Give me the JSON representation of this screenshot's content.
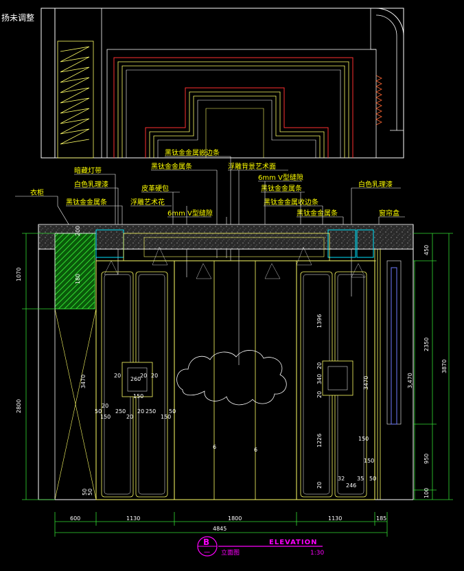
{
  "top_note": "扬未调整",
  "labels": {
    "l1": "黑钛金金属嵌边条",
    "l2": "黑钛金金属条",
    "l3": "浮雕背景艺术面",
    "l4": "暗藏灯带",
    "l5": "6mm V型缝隙",
    "l6": "白色乳理漆",
    "l7": "皮革硬包",
    "l8": "黑钛金金属条",
    "l9": "白色乳理漆",
    "l10": "衣柜",
    "l11": "黑钛金金属条",
    "l12": "浮雕艺术花",
    "l13": "黑钛金金属收边条",
    "l14": "6mm V型缝隙",
    "l15": "黑钛金金属条",
    "l16": "窗帘盒"
  },
  "left_dims": {
    "d1": "1070",
    "d2": "2800"
  },
  "right_dims": {
    "d1": "450",
    "d2": "2350",
    "d3": "3870",
    "d4": "3,470",
    "d5": "950",
    "d6": "100"
  },
  "inner_dims": {
    "a1": "200",
    "a2": "180",
    "a3": "3470",
    "a4": "20",
    "a5": "260",
    "a6": "20",
    "a7": "20",
    "a8": "150",
    "a9": "20",
    "a10": "50",
    "a11": "150",
    "a12": "250",
    "a13": "20",
    "a14": "20",
    "a15": "250",
    "a16": "150",
    "a17": "50",
    "a18": "50",
    "a19": "50",
    "b1": "1396",
    "b2": "20",
    "b3": "340",
    "b4": "20",
    "b5": "3470",
    "b6": "1226",
    "b7": "20",
    "b8": "150",
    "b9": "150",
    "b10": "32",
    "b11": "246",
    "b12": "35",
    "b13": "50",
    "b14": "6",
    "b15": "6"
  },
  "bottom_dims": {
    "w1": "600",
    "w2": "1130",
    "w3": "1800",
    "w4": "1130",
    "w5": "185",
    "total": "4845"
  },
  "title_block": {
    "letter": "B",
    "code": "一",
    "title": "ELEVATION",
    "subtitle": "立面图",
    "scale": "1:30"
  }
}
